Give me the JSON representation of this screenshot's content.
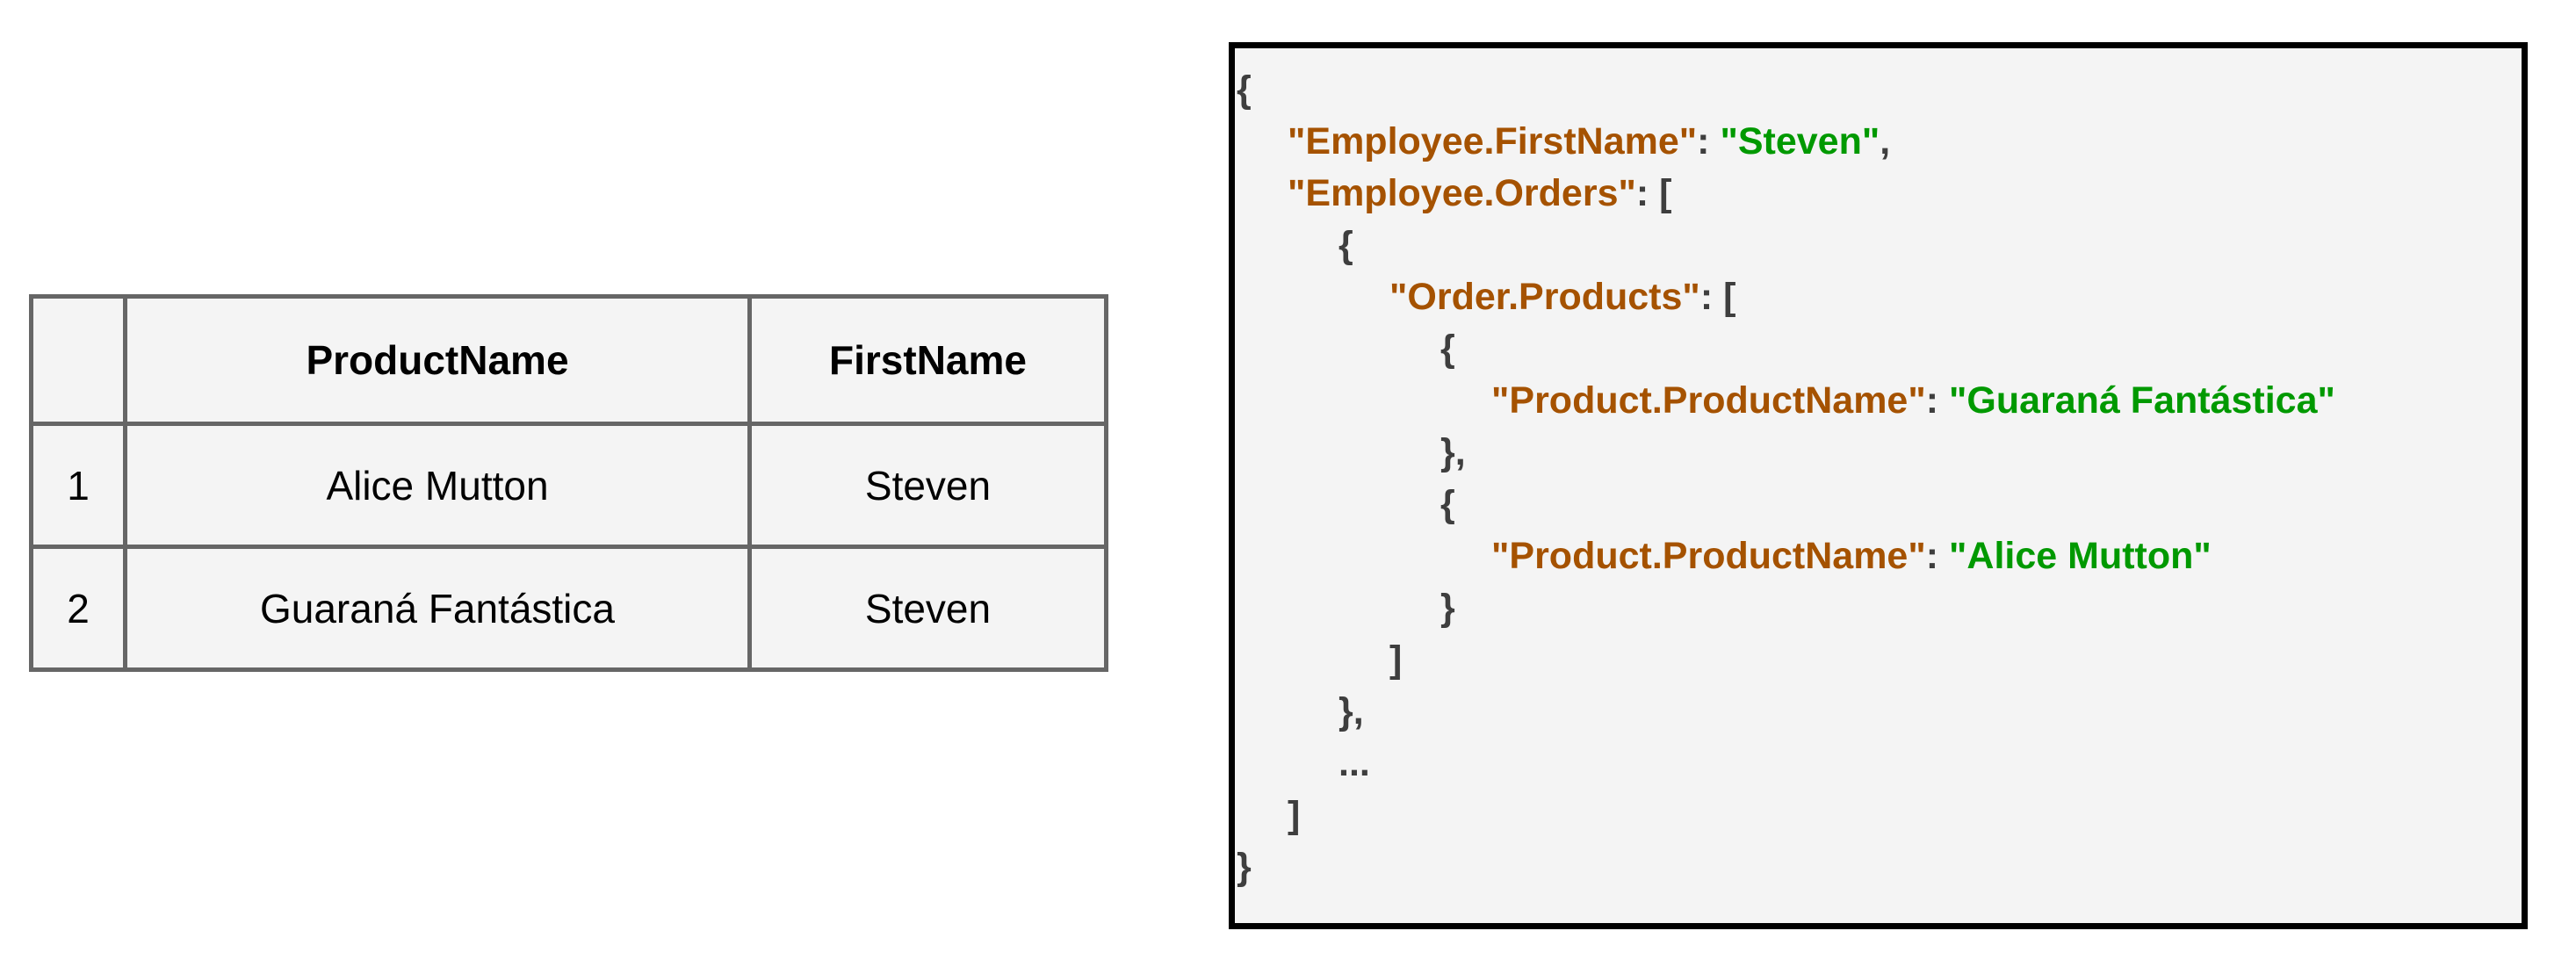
{
  "colors": {
    "page_background": "#ffffff",
    "panel_background": "#f4f4f4",
    "table_border": "#666666",
    "panel_border": "#000000",
    "table_text": "#000000",
    "json_key": "#a55200",
    "json_string": "#009900",
    "json_punctuation": "#3e3e3e"
  },
  "table": {
    "headers": [
      "",
      "ProductName",
      "FirstName"
    ],
    "rows": [
      [
        "1",
        "Alice Mutton",
        "Steven"
      ],
      [
        "2",
        "Guaraná Fantástica",
        "Steven"
      ]
    ]
  },
  "json_panel": {
    "lines": [
      {
        "indent": 0,
        "segments": [
          {
            "type": "punct",
            "text": "{"
          }
        ]
      },
      {
        "indent": 1,
        "segments": [
          {
            "type": "key",
            "text": "\"Employee.FirstName\""
          },
          {
            "type": "punct",
            "text": ": "
          },
          {
            "type": "string",
            "text": "\"Steven\""
          },
          {
            "type": "punct",
            "text": ","
          }
        ]
      },
      {
        "indent": 1,
        "segments": [
          {
            "type": "key",
            "text": "\"Employee.Orders\""
          },
          {
            "type": "punct",
            "text": ": ["
          }
        ]
      },
      {
        "indent": 2,
        "segments": [
          {
            "type": "punct",
            "text": "{"
          }
        ]
      },
      {
        "indent": 3,
        "segments": [
          {
            "type": "key",
            "text": "\"Order.Products\""
          },
          {
            "type": "punct",
            "text": ": ["
          }
        ]
      },
      {
        "indent": 4,
        "segments": [
          {
            "type": "punct",
            "text": "{"
          }
        ]
      },
      {
        "indent": 5,
        "segments": [
          {
            "type": "key",
            "text": "\"Product.ProductName\""
          },
          {
            "type": "punct",
            "text": ": "
          },
          {
            "type": "string",
            "text": "\"Guaraná Fantástica\""
          }
        ]
      },
      {
        "indent": 4,
        "segments": [
          {
            "type": "punct",
            "text": "},"
          }
        ]
      },
      {
        "indent": 4,
        "segments": [
          {
            "type": "punct",
            "text": "{"
          }
        ]
      },
      {
        "indent": 5,
        "segments": [
          {
            "type": "key",
            "text": "\"Product.ProductName\""
          },
          {
            "type": "punct",
            "text": ": "
          },
          {
            "type": "string",
            "text": "\"Alice Mutton\""
          }
        ]
      },
      {
        "indent": 4,
        "segments": [
          {
            "type": "punct",
            "text": "}"
          }
        ]
      },
      {
        "indent": 3,
        "segments": [
          {
            "type": "punct",
            "text": "]"
          }
        ]
      },
      {
        "indent": 2,
        "segments": [
          {
            "type": "punct",
            "text": "},"
          }
        ]
      },
      {
        "indent": 2,
        "segments": [
          {
            "type": "punct",
            "text": "..."
          }
        ]
      },
      {
        "indent": 1,
        "segments": [
          {
            "type": "punct",
            "text": "]"
          }
        ]
      },
      {
        "indent": 0,
        "segments": [
          {
            "type": "punct",
            "text": "}"
          }
        ]
      }
    ]
  }
}
